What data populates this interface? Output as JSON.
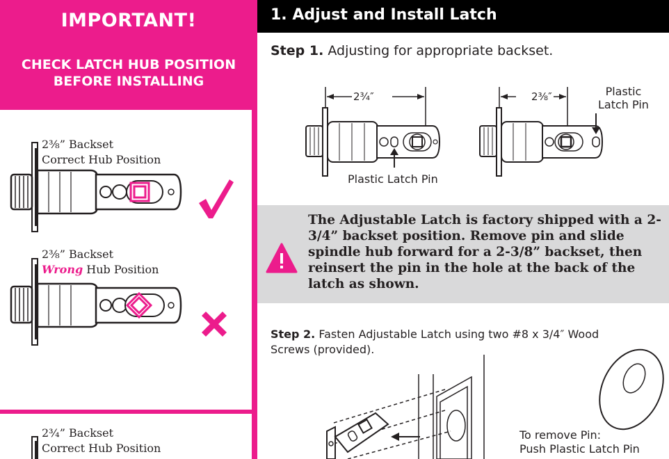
{
  "important": {
    "title": "IMPORTANT!",
    "line1": "CHECK LATCH HUB POSITION",
    "line2": "BEFORE INSTALLING"
  },
  "examples": [
    {
      "backset": "2⅜” Backset",
      "hub_prefix": "",
      "hub_text": "Correct Hub Position",
      "status": "correct"
    },
    {
      "backset": "2⅜” Backset",
      "hub_prefix": "Wrong",
      "hub_text": " Hub Position",
      "status": "wrong"
    },
    {
      "backset": "2¾” Backset",
      "hub_prefix": "",
      "hub_text": "Correct Hub Position",
      "status": "correct"
    }
  ],
  "section": {
    "title": "1. Adjust and Install Latch"
  },
  "step1": {
    "label": "Step 1.",
    "text": " Adjusting for appropriate backset."
  },
  "diagram1": {
    "dim_a": "2¾″",
    "pin_label_a": "Plastic Latch Pin",
    "dim_b": "2⅜″",
    "pin_label_b_1": "Plastic",
    "pin_label_b_2": "Latch Pin"
  },
  "note": {
    "text": "The Adjustable Latch is factory shipped with a 2-3/4” backset position. Remove pin and slide spindle hub forward for a 2-3/8” backset, then reinsert the pin in the hole at the back of the latch as shown.",
    "icon": "warning-icon"
  },
  "step2": {
    "label": "Step 2.",
    "text": " Fasten Adjustable Latch using two #8 x 3/4″ Wood Screws (provided)."
  },
  "diagram2": {
    "remove_1": "To remove Pin:",
    "remove_2": "Push Plastic Latch Pin"
  },
  "colors": {
    "accent": "#ec1c8c",
    "header": "#000000",
    "note_bg": "#d9d9da"
  }
}
